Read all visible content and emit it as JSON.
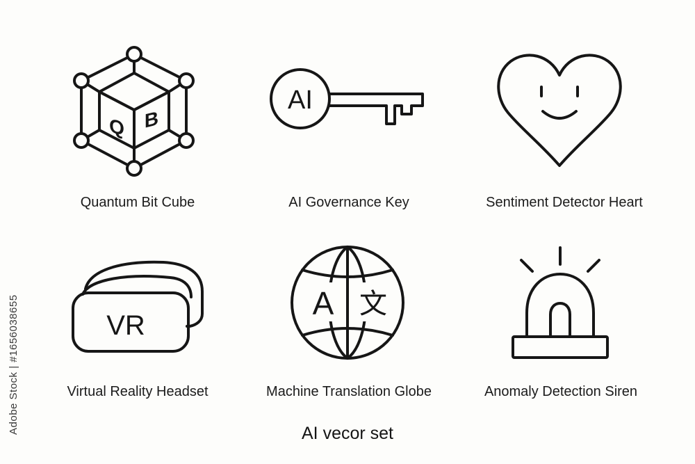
{
  "icons": [
    {
      "label": "Quantum Bit Cube",
      "icon": "quantum-bit-cube-icon",
      "glyph_left": "Q",
      "glyph_right": "B"
    },
    {
      "label": "AI Governance Key",
      "icon": "ai-governance-key-icon",
      "glyph": "AI"
    },
    {
      "label": "Sentiment Detector Heart",
      "icon": "sentiment-detector-heart-icon"
    },
    {
      "label": "Virtual Reality Headset",
      "icon": "virtual-reality-headset-icon",
      "glyph": "VR"
    },
    {
      "label": "Machine Translation Globe",
      "icon": "machine-translation-globe-icon",
      "glyph_left": "A",
      "glyph_right": "文"
    },
    {
      "label": "Anomaly Detection Siren",
      "icon": "anomaly-detection-siren-icon"
    }
  ],
  "title": "AI vecor set",
  "stock_id": "Adobe Stock | #1656038655",
  "colors": {
    "background": "#fdfdfb",
    "stroke": "#161616"
  }
}
